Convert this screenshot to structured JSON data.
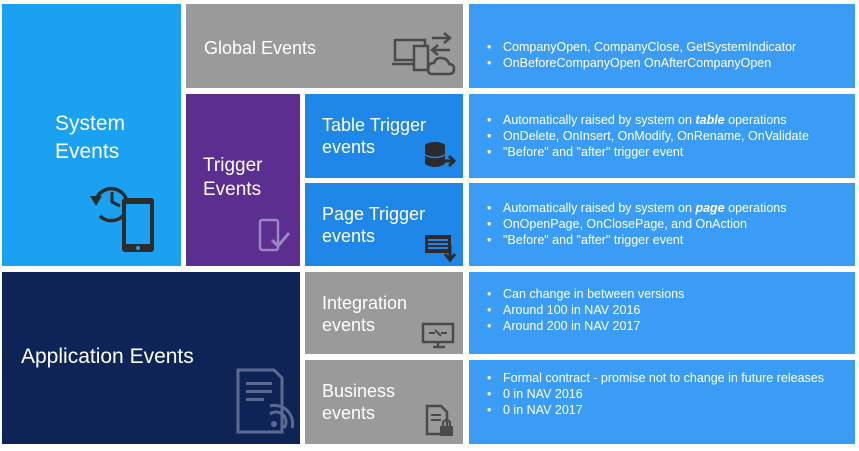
{
  "tiles": {
    "system": {
      "line1": "System",
      "line2": "Events"
    },
    "global": {
      "label": "Global Events"
    },
    "trigger": {
      "line1": "Trigger",
      "line2": "Events"
    },
    "table": {
      "line1": "Table Trigger",
      "line2": "events"
    },
    "page": {
      "line1": "Page Trigger",
      "line2": "events"
    },
    "application": {
      "label": "Application Events"
    },
    "integration": {
      "line1": "Integration",
      "line2": "events"
    },
    "business": {
      "line1": "Business",
      "line2": "events"
    }
  },
  "details": {
    "global": [
      "CompanyOpen, CompanyClose, GetSystemIndicator",
      "OnBeforeCompanyOpen OnAfterCompanyOpen"
    ],
    "table": {
      "b1_pre": "Automatically raised by system on ",
      "b1_em": "table",
      "b1_post": " operations",
      "b2": "OnDelete, OnInsert, OnModify, OnRename, OnValidate",
      "b3": "\"Before\" and \"after\" trigger event"
    },
    "page": {
      "b1_pre": "Automatically raised by system on ",
      "b1_em": "page",
      "b1_post": " operations",
      "b2": "OnOpenPage, OnClosePage, and OnAction",
      "b3": "\"Before\" and \"after\" trigger event"
    },
    "integration": [
      "Can change in between versions",
      "Around 100 in NAV 2016",
      "Around 200 in NAV 2017"
    ],
    "business": [
      "Formal contract  - promise not to change in future releases",
      "0 in NAV 2016",
      "0 in NAV 2017"
    ]
  },
  "colors": {
    "system": "#1ba1f2",
    "gray": "#9a9a9a",
    "trigger": "#5b2e8f",
    "blue_tile": "#1f87e8",
    "application": "#0e2457",
    "detail": "#3b9cf5"
  },
  "icons": {
    "system": "history-tablet-icon",
    "global": "devices-cloud-icon",
    "trigger": "tablet-check-icon",
    "table": "database-arrow-icon",
    "page": "page-arrow-icon",
    "application": "document-signal-icon",
    "integration": "monitor-link-icon",
    "business": "document-lock-icon"
  }
}
